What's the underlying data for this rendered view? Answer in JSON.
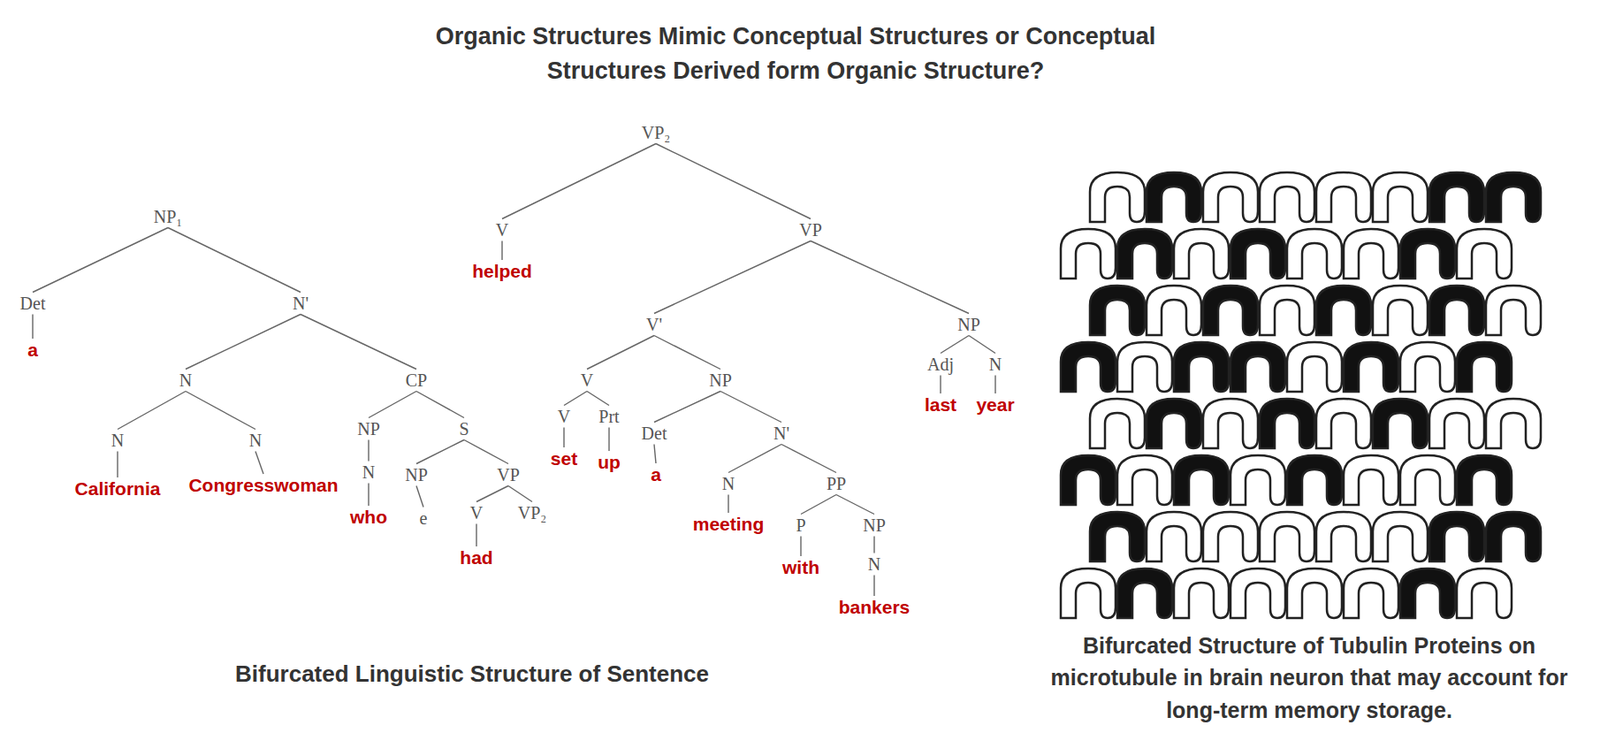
{
  "diagram": {
    "title": "Organic Structures Mimic Conceptual Structures or Conceptual Structures Derived form Organic Structure?",
    "labels": [
      "NP₁",
      "Det",
      "a",
      "N'",
      "N",
      "CP",
      "N",
      "California",
      "N",
      "Congresswoman",
      "NP",
      "N",
      "who",
      "S",
      "NP",
      "e",
      "VP",
      "V",
      "had",
      "VP₂",
      "VP₂",
      "V",
      "helped",
      "VP",
      "V'",
      "NP",
      "Adj",
      "last",
      "N",
      "year",
      "V",
      "NP",
      "V",
      "set",
      "Prt",
      "up",
      "Det",
      "a",
      "N'",
      "N",
      "meeting",
      "PP",
      "P",
      "with",
      "NP",
      "N",
      "bankers",
      "Bifurcated Linguistic Structure of Sentence",
      "Bifurcated Structure of Tubulin Proteins on microtubule in brain neuron that may account for long-term memory storage."
    ]
  }
}
